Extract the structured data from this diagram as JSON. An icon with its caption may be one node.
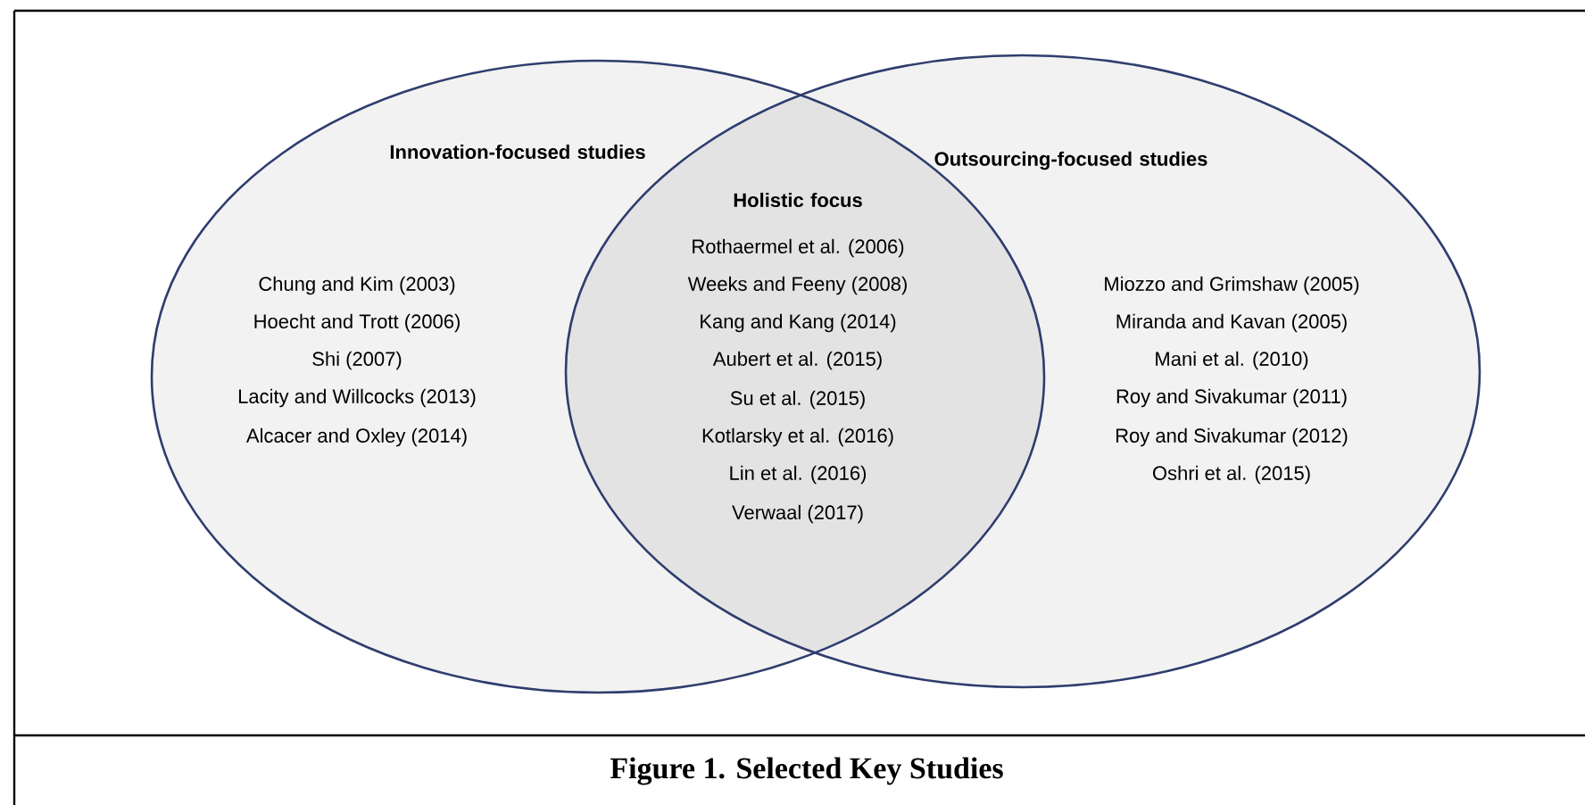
{
  "diagram": {
    "caption": "Figure 1. Selected Key Studies",
    "nodes": [
      {
        "text": [
          "Innovation-focused studies",
          "Chung and Kim (2003)",
          "Hoecht and Trott (2006)",
          "Shi (2007)",
          "Lacity and Willcocks (2013)",
          "Alcacer and Oxley (2014)"
        ]
      },
      {
        "text": [
          "Outsourcing-focused studies",
          "Miozzo and Grimshaw (2005)",
          "Miranda and Kavan (2005)",
          "Mani et al. (2010)",
          "Roy and Sivakumar (2011)",
          "Roy and Sivakumar (2012)",
          "Oshri et al. (2015)"
        ]
      },
      {
        "text": [
          "Holistic focus",
          "Rothaermel et al. (2006)",
          "Weeks and Feeny (2008)",
          "Kang and Kang (2014)",
          "Aubert et al. (2015)",
          "Su et al. (2015)",
          "Kotlarsky et al. (2016)",
          "Lin et al. (2016)",
          "Verwaal (2017)"
        ]
      }
    ],
    "edges": []
  }
}
